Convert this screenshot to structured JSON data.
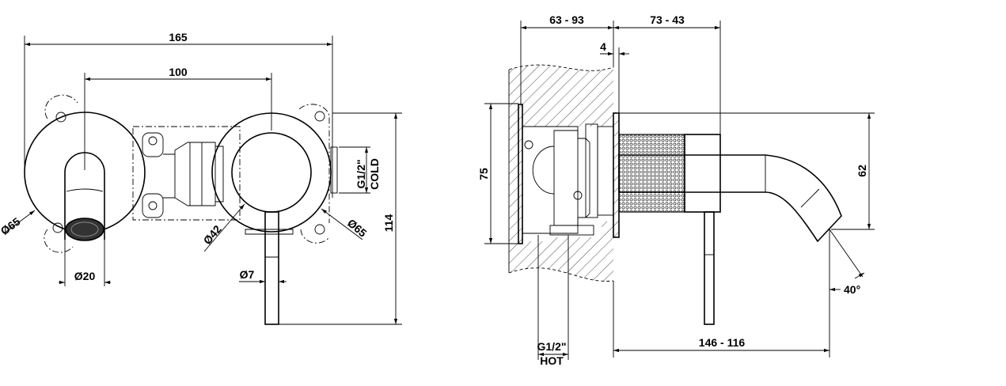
{
  "front_view": {
    "width_total": "165",
    "center_distance": "100",
    "height_total": "114",
    "rosette_left_diameter": "Ø65",
    "rosette_right_diameter": "Ø65",
    "handle_diameter": "Ø42",
    "spout_diameter": "Ø20",
    "lever_diameter": "Ø7",
    "cold_connection": "G1/2\"",
    "cold_label": "COLD"
  },
  "side_view": {
    "wall_depth": "63 - 93",
    "projection_body": "73 - 43",
    "plate_thickness": "4",
    "body_height": "75",
    "spout_height": "62",
    "spout_reach": "146 - 116",
    "spout_angle": "40°",
    "hot_connection": "G1/2\"",
    "hot_label": "HOT"
  },
  "colors": {
    "line": "#000000",
    "background": "#ffffff"
  }
}
